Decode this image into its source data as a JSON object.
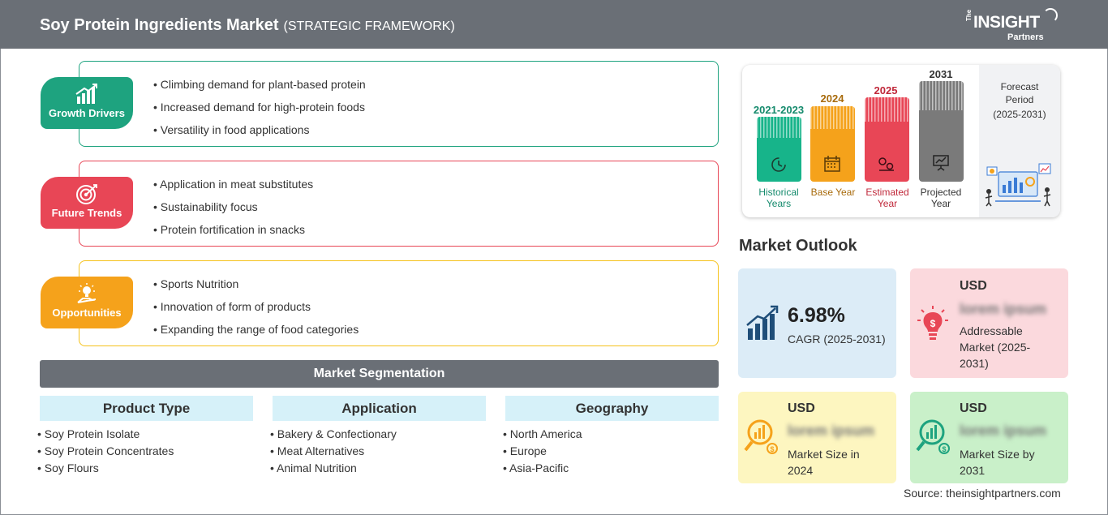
{
  "header": {
    "title": "Soy Protein Ingredients Market",
    "subtitle": "(STRATEGIC FRAMEWORK)",
    "logo": {
      "the": "The",
      "main": "INSIGHT",
      "sub": "Partners"
    }
  },
  "strategic": [
    {
      "label": "Growth Drivers",
      "icon": "bar-chart-growth-icon",
      "color": "#1ea37f",
      "items": [
        "Climbing demand for plant-based protein",
        "Increased demand for high-protein foods",
        "Versatility in food applications"
      ]
    },
    {
      "label": "Future Trends",
      "icon": "target-icon",
      "color": "#e84656",
      "items": [
        "Application in meat substitutes",
        "Sustainability focus",
        "Protein fortification in snacks"
      ]
    },
    {
      "label": "Opportunities",
      "icon": "lightbulb-hand-icon",
      "color": "#f5a21b",
      "items": [
        "Sports Nutrition",
        "Innovation of form of products",
        "Expanding the range of food categories"
      ]
    }
  ],
  "segmentation": {
    "title": "Market Segmentation",
    "columns": [
      {
        "heading": "Product Type",
        "items": [
          "Soy Protein Isolate",
          "Soy Protein Concentrates",
          "Soy Flours"
        ]
      },
      {
        "heading": "Application",
        "items": [
          "Bakery & Confectionary",
          "Meat Alternatives",
          "Animal Nutrition"
        ]
      },
      {
        "heading": "Geography",
        "items": [
          "North America",
          "Europe",
          "Asia-Pacific"
        ]
      }
    ]
  },
  "timeline": {
    "bars": [
      {
        "year": "2021-2023",
        "label": "Historical Years",
        "color": "#17b48a",
        "year_color": "#148a6c",
        "label_color": "#148a6c",
        "icon": "clock-history-icon"
      },
      {
        "year": "2024",
        "label": "Base Year",
        "color": "#f5a21b",
        "year_color": "#a86b0c",
        "label_color": "#a86b0c",
        "icon": "calendar-icon"
      },
      {
        "year": "2025",
        "label": "Estimated Year",
        "color": "#e84656",
        "year_color": "#c0283a",
        "label_color": "#c0283a",
        "icon": "gears-icon"
      },
      {
        "year": "2031",
        "label": "Projected Year",
        "color": "#7a7a7a",
        "year_color": "#333333",
        "label_color": "#333333",
        "icon": "presentation-icon"
      }
    ],
    "forecast": {
      "title": "Forecast Period",
      "range": "(2025-2031)"
    }
  },
  "outlook": {
    "title": "Market Outlook",
    "cagr": {
      "value": "6.98%",
      "label": "CAGR (2025-2031)",
      "color": "#dcecf7"
    },
    "addressable": {
      "usd": "USD",
      "value": "lorem ipsum",
      "label": "Addressable Market (2025-2031)",
      "color": "#fbd9dd"
    },
    "size_2024": {
      "usd": "USD",
      "value": "lorem ipsum",
      "label": "Market Size in 2024",
      "color": "#fdf6c0"
    },
    "size_2031": {
      "usd": "USD",
      "value": "lorem ipsum",
      "label": "Market Size by 2031",
      "color": "#c9f0c9"
    }
  },
  "source": "Source: theinsightpartners.com"
}
